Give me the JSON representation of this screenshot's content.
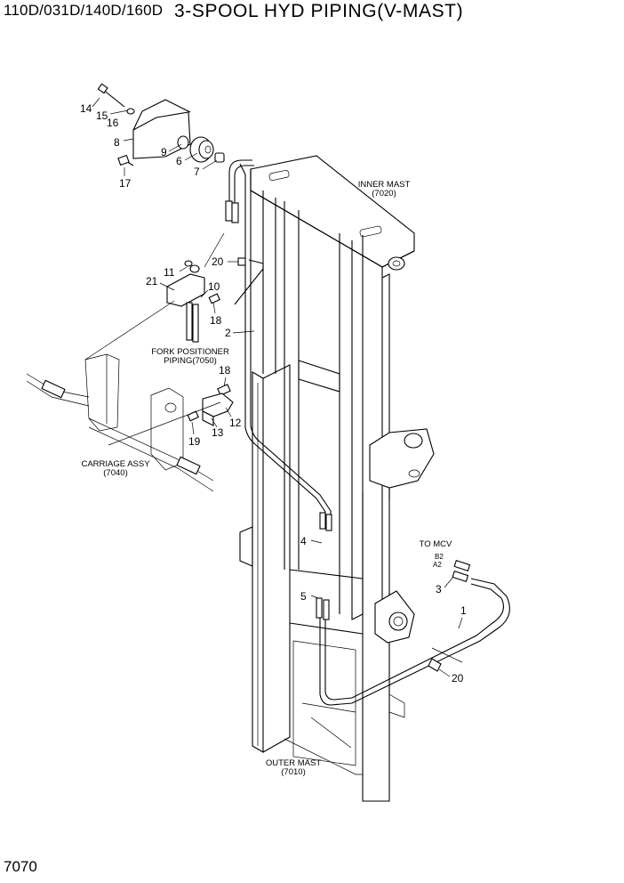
{
  "header": {
    "model": "110D/031D/140D/160D",
    "title": "3-SPOOL HYD PIPING(V-MAST)"
  },
  "page_number": "7070",
  "labels": {
    "inner_mast_1": "INNER MAST",
    "inner_mast_2": "(7020)",
    "fork_pos_1": "FORK POSITIONER",
    "fork_pos_2": "PIPING(7050)",
    "carriage_1": "CARRIAGE ASSY",
    "carriage_2": "(7040)",
    "to_mcv": "TO MCV",
    "b2": "B2",
    "a2": "A2",
    "outer_mast_1": "OUTER MAST",
    "outer_mast_2": "(7010)"
  },
  "callouts": {
    "c14": "14",
    "c15": "15",
    "c16": "16",
    "c8": "8",
    "c9": "9",
    "c6": "6",
    "c7": "7",
    "c17": "17",
    "c11": "11",
    "c20a": "20",
    "c21": "21",
    "c10": "10",
    "c18a": "18",
    "c2": "2",
    "c18b": "18",
    "c12": "12",
    "c13": "13",
    "c19": "19",
    "c4": "4",
    "c5": "5",
    "c3": "3",
    "c1": "1",
    "c20b": "20"
  }
}
